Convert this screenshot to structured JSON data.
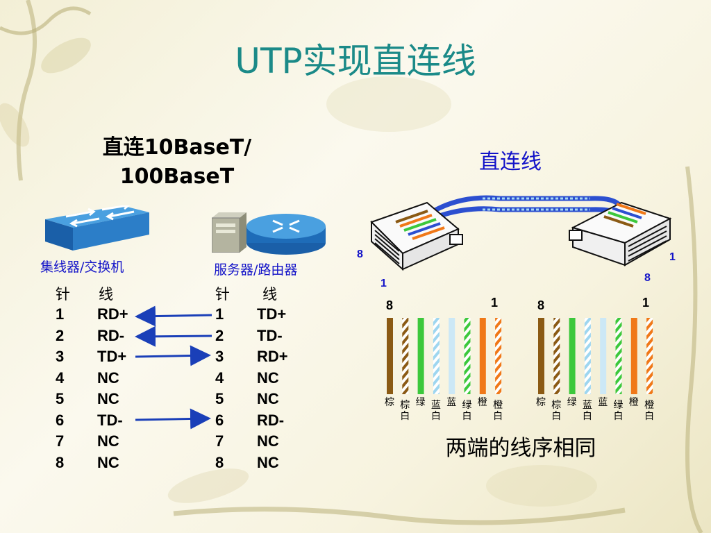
{
  "title": "UTP实现直连线",
  "subtitle_line1": "直连10BaseT/",
  "subtitle_line2": "100BaseT",
  "right_title": "直连线",
  "left_device_label": "集线器/交换机",
  "right_device_label": "服务器/路由器",
  "left_table": {
    "header_pin": "针",
    "header_wire": "线",
    "rows": [
      {
        "pin": "1",
        "signal": "RD+"
      },
      {
        "pin": "2",
        "signal": "RD-"
      },
      {
        "pin": "3",
        "signal": "TD+"
      },
      {
        "pin": "4",
        "signal": "NC"
      },
      {
        "pin": "5",
        "signal": "NC"
      },
      {
        "pin": "6",
        "signal": "TD-"
      },
      {
        "pin": "7",
        "signal": "NC"
      },
      {
        "pin": "8",
        "signal": "NC"
      }
    ]
  },
  "right_table": {
    "header_pin": "针",
    "header_wire": "线",
    "rows": [
      {
        "pin": "1",
        "signal": "TD+"
      },
      {
        "pin": "2",
        "signal": "TD-"
      },
      {
        "pin": "3",
        "signal": "RD+"
      },
      {
        "pin": "4",
        "signal": "NC"
      },
      {
        "pin": "5",
        "signal": "NC"
      },
      {
        "pin": "6",
        "signal": "RD-"
      },
      {
        "pin": "7",
        "signal": "NC"
      },
      {
        "pin": "8",
        "signal": "NC"
      }
    ]
  },
  "connector_pins": {
    "left_8": "8",
    "left_1": "1",
    "right_1": "1",
    "right_8": "8"
  },
  "wire_groups": [
    {
      "end_label_left": "8",
      "end_label_right": "1",
      "wires": [
        {
          "color": "#8b5a14",
          "striped": false,
          "label": "棕"
        },
        {
          "color": "#8b5a14",
          "striped": true,
          "label": "棕白"
        },
        {
          "color": "#3cc83c",
          "striped": false,
          "label": "绿"
        },
        {
          "color": "#9ed6f0",
          "striped": true,
          "label": "蓝白"
        },
        {
          "color": "#cce8f6",
          "striped": false,
          "label": "蓝"
        },
        {
          "color": "#3cc83c",
          "striped": true,
          "label": "绿白"
        },
        {
          "color": "#f07818",
          "striped": false,
          "label": "橙"
        },
        {
          "color": "#f07818",
          "striped": true,
          "label": "橙白"
        }
      ]
    },
    {
      "end_label_left": "8",
      "end_label_right": "1",
      "wires": [
        {
          "color": "#8b5a14",
          "striped": false,
          "label": "棕"
        },
        {
          "color": "#8b5a14",
          "striped": true,
          "label": "棕白"
        },
        {
          "color": "#3cc83c",
          "striped": false,
          "label": "绿"
        },
        {
          "color": "#9ed6f0",
          "striped": true,
          "label": "蓝白"
        },
        {
          "color": "#cce8f6",
          "striped": false,
          "label": "蓝"
        },
        {
          "color": "#3cc83c",
          "striped": true,
          "label": "绿白"
        },
        {
          "color": "#f07818",
          "striped": false,
          "label": "橙"
        },
        {
          "color": "#f07818",
          "striped": true,
          "label": "橙白"
        }
      ]
    }
  ],
  "caption": "两端的线序相同",
  "colors": {
    "title": "#1b8a88",
    "accent": "#1212c8",
    "arrow": "#1a3fb8"
  }
}
